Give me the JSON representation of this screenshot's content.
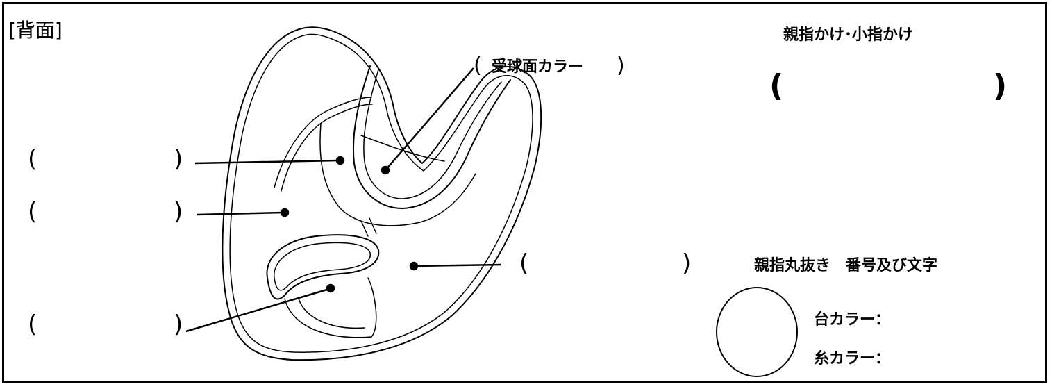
{
  "page": {
    "title": "[背面]"
  },
  "labels": {
    "palm_color": "受球面カラー",
    "thumb_pinky_loop": "親指かけ･小指かけ",
    "thumb_patch": "親指丸抜き　番号及び文字",
    "base_color": "台カラー：",
    "thread_color": "糸カラー："
  },
  "parens": {
    "open": "(",
    "close": ")"
  }
}
